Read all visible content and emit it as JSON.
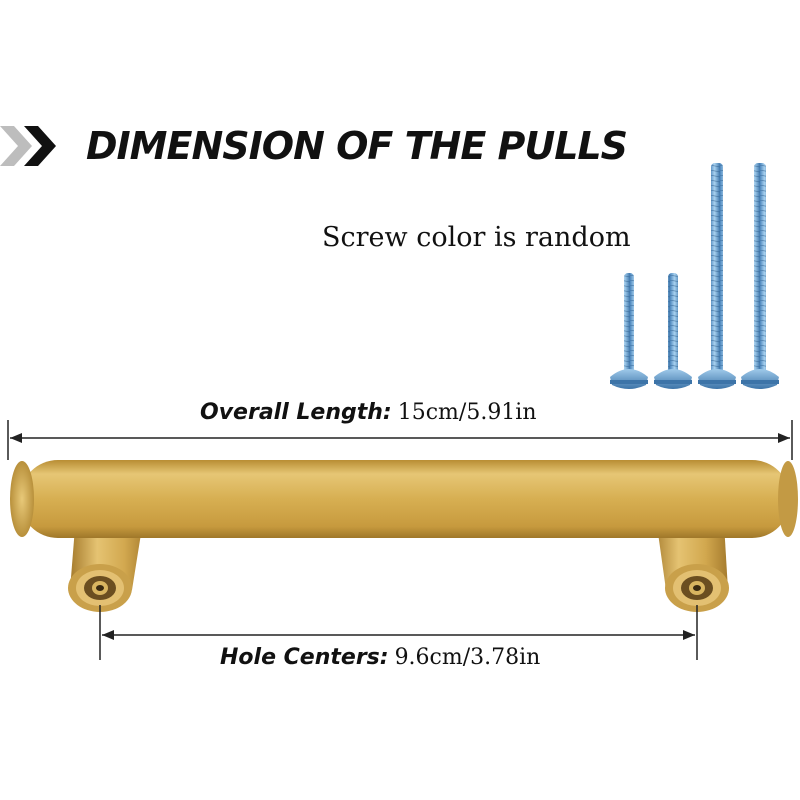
{
  "header": {
    "title": "DIMENSION OF THE PULLS",
    "chevron_icon": "double-chevron-right-icon"
  },
  "screws": {
    "note": "Screw color is random",
    "color": "#6fa9d8"
  },
  "dimensions": {
    "overall": {
      "key": "Overall Length:",
      "value": "15cm/5.91in"
    },
    "hole": {
      "key": "Hole Centers:",
      "value": "9.6cm/3.78in"
    }
  },
  "colors": {
    "gold": "#d4aa4c",
    "text": "#111111"
  }
}
